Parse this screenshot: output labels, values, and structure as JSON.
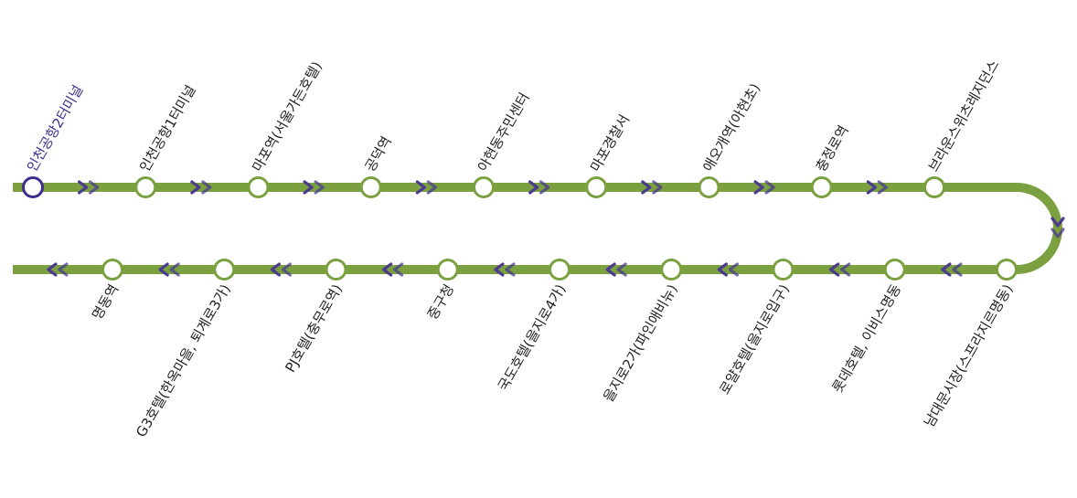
{
  "route": {
    "line_color": "#7aa040",
    "arrow_color": "#4b3a8f",
    "current_color": "#3d2d8c",
    "label_color": "#222222",
    "station_fill": "#ffffff",
    "current_index": 0,
    "upper_stations": [
      "인천공항2터미널",
      "인천공항1터미널",
      "마포역(서울가든호텔)",
      "공덕역",
      "아현동주민센터",
      "마포경찰서",
      "애오개역(아현초)",
      "충정로역",
      "브라운스위츠레지던스"
    ],
    "lower_stations": [
      "남대문시장(스프라지르명동)",
      "롯데호텔, 이비스명동",
      "로얄호텔(을지로입구)",
      "을지로2가(파인애비뉴)",
      "국도호텔(을지로4가)",
      "중구청",
      "PJ호텔(충무로역)",
      "G3호텔(한옥마을, 퇴계로3가)",
      "명동역"
    ]
  }
}
